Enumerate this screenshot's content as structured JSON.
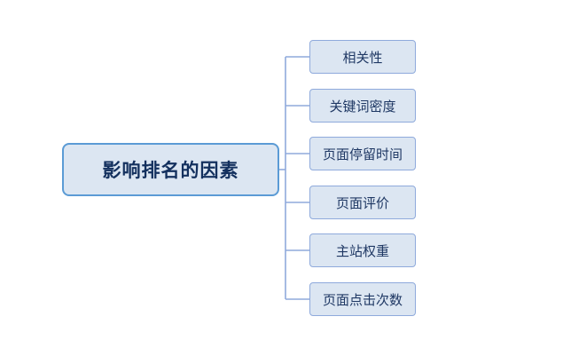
{
  "diagram": {
    "type": "mind-map",
    "root": {
      "label": "影响排名的因素"
    },
    "branches": [
      {
        "label": "相关性"
      },
      {
        "label": "关键词密度"
      },
      {
        "label": "页面停留时间"
      },
      {
        "label": "页面评价"
      },
      {
        "label": "主站权重"
      },
      {
        "label": "页面点击次数"
      }
    ],
    "colors": {
      "node_fill": "#dce6f2",
      "node_border": "#8faadc",
      "root_border": "#5b9bd5",
      "text": "#1f3864",
      "connector": "#8faadc"
    }
  }
}
